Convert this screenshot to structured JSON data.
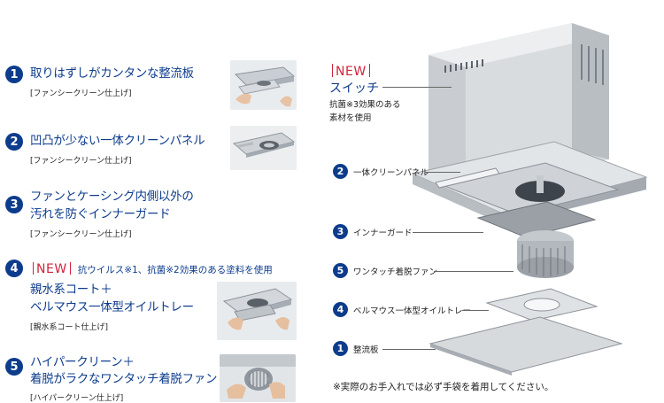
{
  "features": [
    {
      "num": "1",
      "title1": "取りはずしがカンタンな整流板",
      "sub": "[ファンシークリーン仕上げ]"
    },
    {
      "num": "2",
      "title1": "凹凸が少ない一体クリーンパネル",
      "sub": "[ファンシークリーン仕上げ]"
    },
    {
      "num": "3",
      "title1": "ファンとケーシング内側以外の",
      "title2": "汚れを防ぐインナーガード",
      "sub": "[ファンシークリーン仕上げ]"
    },
    {
      "num": "4",
      "new": "NEW",
      "new_note": "抗ウイルス※1、抗菌※2効果のある塗料を使用",
      "title1": "親水系コート＋",
      "title2": "ベルマウス一体型オイルトレー",
      "sub": "[親水系コート仕上げ]"
    },
    {
      "num": "5",
      "title1": "ハイパークリーン＋",
      "title2": "着脱がラクなワンタッチ着脱ファン",
      "sub": "[ハイパークリーン仕上げ]"
    }
  ],
  "switch": {
    "new": "NEW",
    "title": "スイッチ",
    "desc1": "抗菌※3効果のある",
    "desc2": "素材を使用"
  },
  "callouts": [
    {
      "num": "2",
      "label": "一体クリーンパネル"
    },
    {
      "num": "3",
      "label": "インナーガード"
    },
    {
      "num": "5",
      "label": "ワンタッチ着脱ファン"
    },
    {
      "num": "4",
      "label": "ベルマウス一体型オイルトレー"
    },
    {
      "num": "1",
      "label": "整流板"
    }
  ],
  "note": "※実際のお手入れでは必ず手袋を着用してください。",
  "colors": {
    "accent": "#0d3c8c",
    "new_red": "#d1233c"
  }
}
